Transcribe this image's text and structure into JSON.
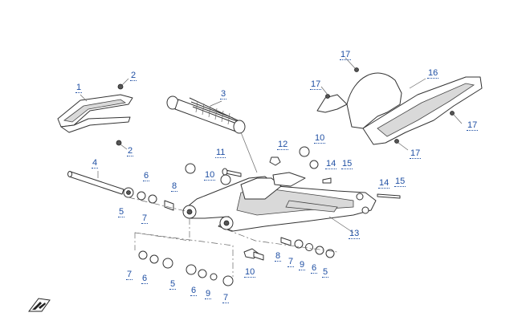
{
  "callouts": [
    {
      "id": "c1",
      "text": "1"
    },
    {
      "id": "c2a",
      "text": "2"
    },
    {
      "id": "c2b",
      "text": "2"
    },
    {
      "id": "c3",
      "text": "3"
    },
    {
      "id": "c4",
      "text": "4"
    },
    {
      "id": "c5a",
      "text": "5"
    },
    {
      "id": "c5b",
      "text": "5"
    },
    {
      "id": "c5c",
      "text": "5"
    },
    {
      "id": "c6a",
      "text": "6"
    },
    {
      "id": "c6b",
      "text": "6"
    },
    {
      "id": "c6c",
      "text": "6"
    },
    {
      "id": "c6d",
      "text": "6"
    },
    {
      "id": "c7a",
      "text": "7"
    },
    {
      "id": "c7b",
      "text": "7"
    },
    {
      "id": "c7c",
      "text": "7"
    },
    {
      "id": "c7d",
      "text": "7"
    },
    {
      "id": "c8a",
      "text": "8"
    },
    {
      "id": "c8b",
      "text": "8"
    },
    {
      "id": "c9a",
      "text": "9"
    },
    {
      "id": "c9b",
      "text": "9"
    },
    {
      "id": "c10a",
      "text": "10"
    },
    {
      "id": "c10b",
      "text": "10"
    },
    {
      "id": "c10c",
      "text": "10"
    },
    {
      "id": "c11",
      "text": "11"
    },
    {
      "id": "c12",
      "text": "12"
    },
    {
      "id": "c13",
      "text": "13"
    },
    {
      "id": "c14a",
      "text": "14"
    },
    {
      "id": "c14b",
      "text": "14"
    },
    {
      "id": "c15a",
      "text": "15"
    },
    {
      "id": "c15b",
      "text": "15"
    },
    {
      "id": "c16",
      "text": "16"
    },
    {
      "id": "c17a",
      "text": "17"
    },
    {
      "id": "c17b",
      "text": "17"
    },
    {
      "id": "c17c",
      "text": "17"
    },
    {
      "id": "c17d",
      "text": "17"
    }
  ],
  "colors": {
    "callout": "#1f4fa3",
    "line": "#333333",
    "shade": "#d9d9d9"
  },
  "icons": {
    "orientation": "orientation-arrow-icon"
  }
}
